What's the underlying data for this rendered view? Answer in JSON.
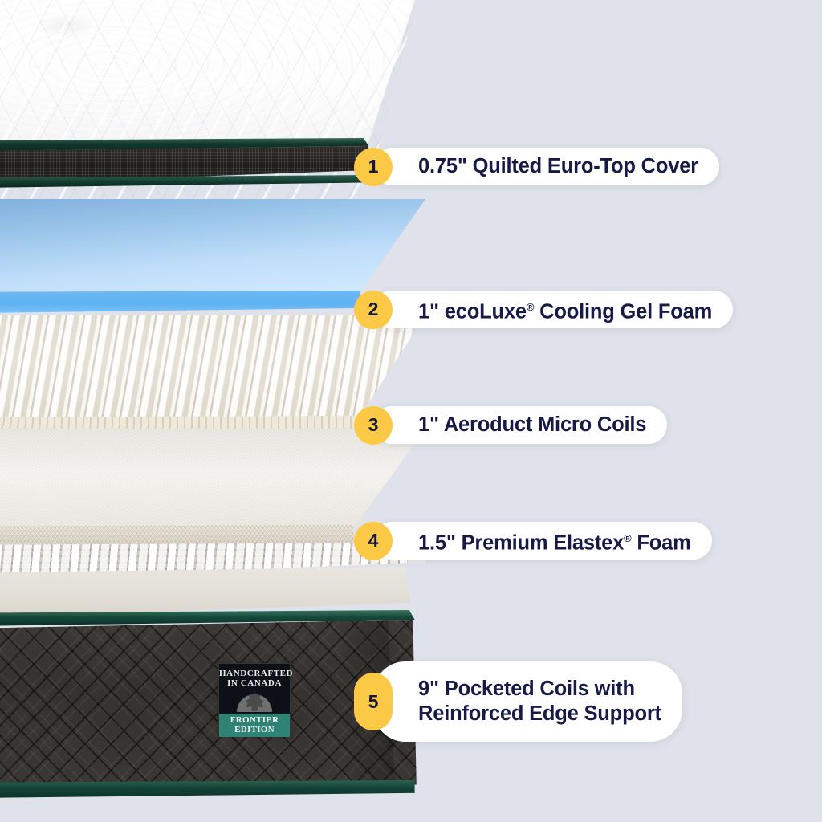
{
  "meta": {
    "background_color": "#dfe2ea",
    "accent_color": "#fbc945",
    "text_color": "#171a47",
    "piping_color": "#12372c"
  },
  "callouts": [
    {
      "number": "1",
      "label": "0.75\" Quilted Euro-Top Cover",
      "thickness": "0.75\"",
      "name": "Quilted Euro-Top Cover",
      "trademark": ""
    },
    {
      "number": "2",
      "label_pre": "1\" ecoLuxe",
      "trademark": "®",
      "label_post": " Cooling Gel Foam",
      "thickness": "1\"",
      "name": "ecoLuxe® Cooling Gel Foam"
    },
    {
      "number": "3",
      "label": "1\" Aeroduct Micro Coils",
      "thickness": "1\"",
      "name": "Aeroduct Micro Coils",
      "trademark": ""
    },
    {
      "number": "4",
      "label_pre": "1.5\" Premium Elastex",
      "trademark": "®",
      "label_post": " Foam",
      "thickness": "1.5\"",
      "name": "Premium Elastex® Foam"
    },
    {
      "number": "5",
      "label": "9\" Pocketed Coils with\nReinforced Edge Support",
      "thickness": "9\"",
      "name": "Pocketed Coils with Reinforced Edge Support",
      "trademark": ""
    }
  ],
  "brand_badge": {
    "line1": "HANDCRAFTED",
    "line2": "IN CANADA",
    "icon": "maple-leaf",
    "ribbon": "FRONTIER EDITION",
    "ribbon_color": "#2f8374",
    "badge_color": "#0d1117"
  }
}
